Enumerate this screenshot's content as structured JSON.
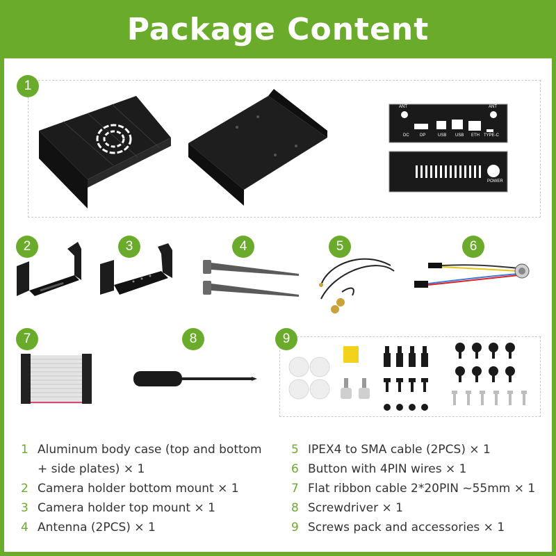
{
  "title": "Package Content",
  "accent_color": "#6bab2c",
  "badges": [
    "1",
    "2",
    "3",
    "4",
    "5",
    "6",
    "7",
    "8",
    "9"
  ],
  "panel_labels": {
    "ant_left": "ANT",
    "ant_right": "ANT",
    "dc": "DC",
    "dp": "DP",
    "usb1": "USB",
    "usb2": "USB",
    "eth": "ETH",
    "typec": "TYPE-C",
    "power": "POWER"
  },
  "items": [
    {
      "num": "1",
      "text": "Aluminum body case (top and bottom",
      "cont": "+ side plates) × 1"
    },
    {
      "num": "2",
      "text": "Camera holder bottom mount × 1"
    },
    {
      "num": "3",
      "text": "Camera holder top mount × 1"
    },
    {
      "num": "4",
      "text": "Antenna (2PCS) × 1"
    },
    {
      "num": "5",
      "text": "IPEX4 to SMA cable (2PCS) × 1"
    },
    {
      "num": "6",
      "text": "Button with 4PIN wires × 1"
    },
    {
      "num": "7",
      "text": "Flat ribbon cable 2*20PIN ~55mm × 1"
    },
    {
      "num": "8",
      "text": "Screwdriver × 1"
    },
    {
      "num": "9",
      "text": "Screws pack and accessories × 1"
    }
  ]
}
